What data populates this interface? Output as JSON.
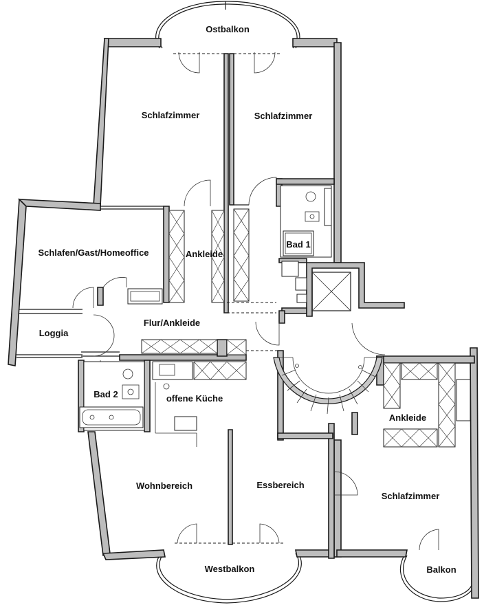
{
  "rooms": {
    "ostbalkon": "Ostbalkon",
    "schlafzimmer_nw": "Schlafzimmer",
    "schlafzimmer_ne": "Schlafzimmer",
    "schlafen_gast": "Schlafen/Gast/Homeoffice",
    "ankleide_mid": "Ankleide",
    "bad1": "Bad 1",
    "loggia": "Loggia",
    "flur": "Flur/Ankleide",
    "bad2": "Bad 2",
    "kueche": "offene Küche",
    "ankleide_east": "Ankleide",
    "wohnbereich": "Wohnbereich",
    "essbereich": "Essbereich",
    "schlafzimmer_se": "Schlafzimmer",
    "westbalkon": "Westbalkon",
    "balkon": "Balkon"
  }
}
